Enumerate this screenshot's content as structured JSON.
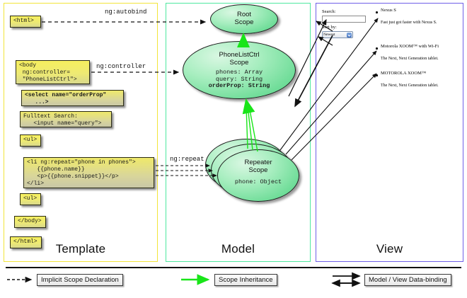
{
  "columns": [
    {
      "key": "template",
      "label": "Template",
      "border_color": "#f2e53a"
    },
    {
      "key": "model",
      "label": "Model",
      "border_color": "#4ee8a0"
    },
    {
      "key": "view",
      "label": "View",
      "border_color": "#6f5fe8"
    }
  ],
  "template": {
    "boxes": [
      {
        "id": "html-open",
        "text": "<html>"
      },
      {
        "id": "body-open",
        "text": "<body\n ng:controller=\n \"PhoneListCtrl\">"
      },
      {
        "id": "select",
        "text": "<select name=\"orderProp\"\n   ...>"
      },
      {
        "id": "fulltext",
        "text": "Fulltext Search:\n   <input name=\"query\">"
      },
      {
        "id": "ul-open",
        "text": "<ul>"
      },
      {
        "id": "li-repeat",
        "text": "<li ng:repeat=\"phone in phones\">\n   {{phone.name}}\n   <p>{{phone.snippet}}</p>\n</li>"
      },
      {
        "id": "ul-close",
        "text": "<ul>"
      },
      {
        "id": "body-close",
        "text": "</body>"
      },
      {
        "id": "html-close",
        "text": "</html>"
      }
    ]
  },
  "model": {
    "scopes": [
      {
        "id": "root",
        "title_line1": "Root",
        "title_line2": "Scope",
        "props": []
      },
      {
        "id": "phonelistctrl",
        "title_line1": "PhoneListCtrl",
        "title_line2": "Scope",
        "props": [
          {
            "text": "phones: Array",
            "bold": false
          },
          {
            "text": "query: String",
            "bold": false
          },
          {
            "text": "orderProp: String",
            "bold": true
          }
        ]
      },
      {
        "id": "repeater",
        "title_line1": "Repeater",
        "title_line2": "Scope",
        "props": [
          {
            "text": "phone: Object",
            "bold": false
          }
        ]
      }
    ]
  },
  "view": {
    "search_label": "Search:",
    "search_value": "",
    "sort_label": "Sort by:",
    "sort_selected": "Newest",
    "sort_options": [
      "Newest"
    ],
    "phones": [
      {
        "name": "Nexus S",
        "snippet": "Fast just got faster with Nexus S."
      },
      {
        "name": "Motorola XOOM™  with Wi-Fi",
        "snippet": "The Next, Next Generation tablet."
      },
      {
        "name": "MOTOROLA XOOM™",
        "snippet": "The Next, Next Generation tablet."
      }
    ]
  },
  "edges": {
    "autobind": "ng:autobind",
    "controller": "ng:controller",
    "repeat": "ng:repeat"
  },
  "legend": {
    "items": [
      {
        "id": "implicit-scope-declaration",
        "label": "Implicit Scope Declaration",
        "marker": "dashed-arrow",
        "color": "#111111"
      },
      {
        "id": "scope-inheritance",
        "label": "Scope Inheritance",
        "marker": "solid-arrow",
        "color": "#19e519"
      },
      {
        "id": "model-view-data-binding",
        "label": "Model / View Data-binding",
        "marker": "double-arrow",
        "color": "#111111"
      }
    ]
  }
}
